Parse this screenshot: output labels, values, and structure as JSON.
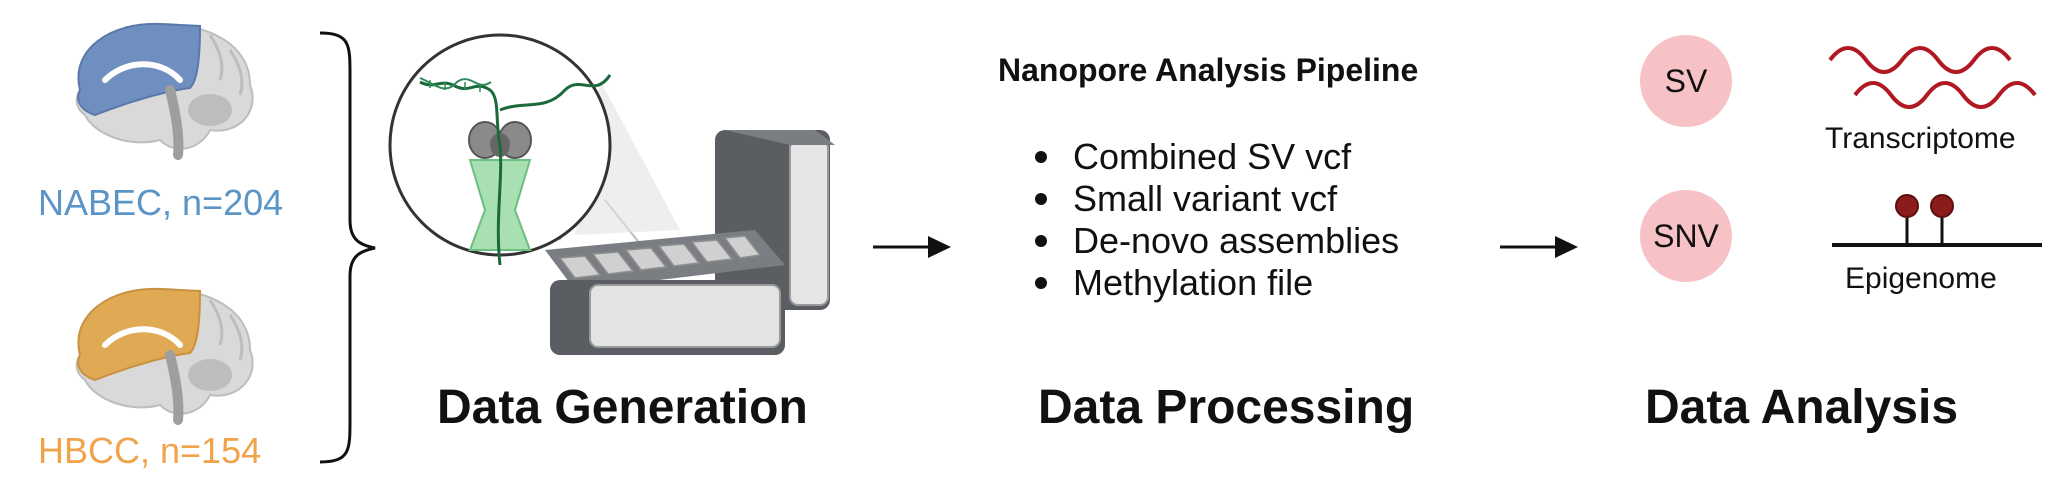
{
  "cohorts": [
    {
      "label": "NABEC, n=204",
      "color": "#5b95c7",
      "highlight": "#6f8fc0"
    },
    {
      "label": "HBCC, n=154",
      "color": "#f0a34a",
      "highlight": "#e0a953"
    }
  ],
  "stages": {
    "generation": "Data Generation",
    "processing": "Data Processing",
    "analysis": "Data Analysis"
  },
  "pipeline": {
    "title": "Nanopore Analysis Pipeline",
    "outputs": [
      "Combined SV vcf",
      "Small variant vcf",
      "De-novo assemblies",
      "Methylation file"
    ]
  },
  "analysis": {
    "badges": [
      {
        "label": "SV",
        "color": "#f7c2c6"
      },
      {
        "label": "SNV",
        "color": "#f7c2c6"
      }
    ],
    "omics": [
      {
        "label": "Transcriptome",
        "icon": "rna-wave-icon",
        "color": "#b01822"
      },
      {
        "label": "Epigenome",
        "icon": "methylation-lollipop-icon",
        "color": "#8a1c1c"
      }
    ]
  }
}
